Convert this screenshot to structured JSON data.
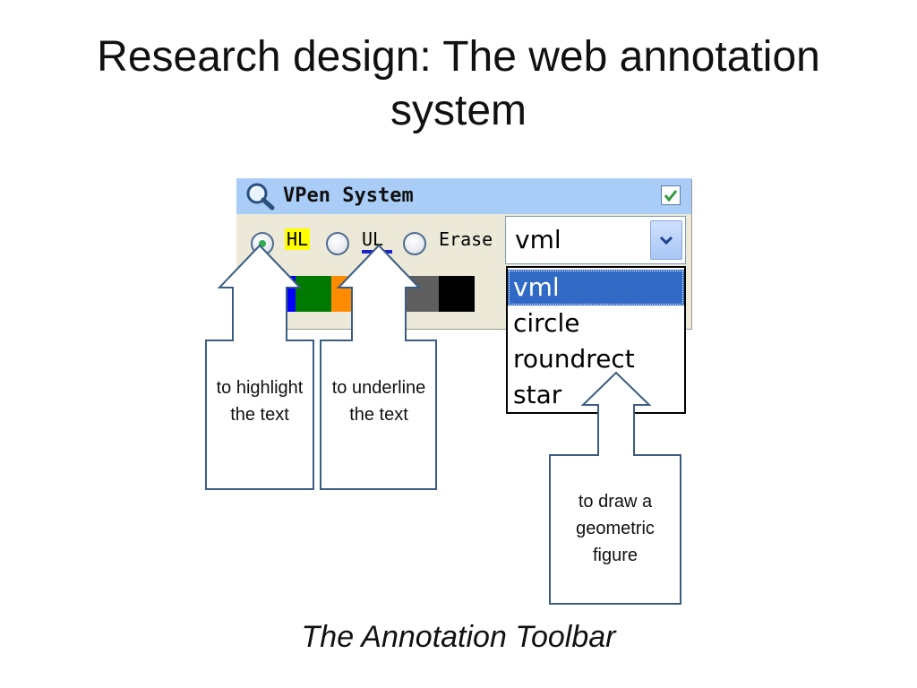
{
  "slide": {
    "title": "Research design: The web annotation system",
    "caption": "The Annotation Toolbar"
  },
  "toolbar": {
    "window_title": "VPen System",
    "title_icon": "magnifier-icon",
    "close_icon": "checkbox-check-icon",
    "modes": [
      {
        "label": "HL",
        "selected": true
      },
      {
        "label": "UL",
        "selected": false
      },
      {
        "label": "Erase",
        "selected": false
      }
    ],
    "shape_select": {
      "value": "vml",
      "options": [
        "vml",
        "circle",
        "roundrect",
        "star"
      ],
      "highlighted_option": "vml"
    },
    "color_swatches": [
      "#ff1a1a",
      "#0000ff",
      "#007a00",
      "#ff8c00",
      "#00ff1a",
      "#5f5f5f",
      "#000000"
    ],
    "colors": {
      "titlebar": "#a9cdf7",
      "panel": "#ece9d8",
      "highlight": "#ffff00",
      "underline": "#1a22c8",
      "selection": "#316ac5",
      "callout_border": "#3b5d84"
    }
  },
  "callouts": {
    "highlight": "to highlight the text",
    "underline": "to underline the text",
    "geometric": "to draw a geometric figure"
  }
}
